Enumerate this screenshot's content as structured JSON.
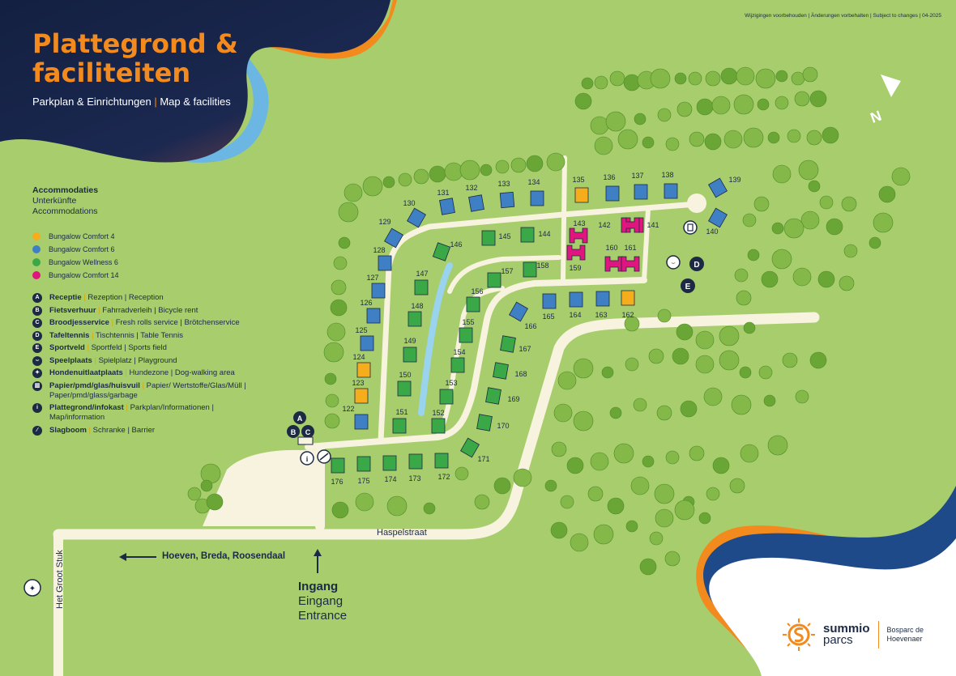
{
  "header": {
    "title": "Plattegrond & faciliteiten",
    "subtitle_de": "Parkplan & Einrichtungen",
    "subtitle_en": "Map & facilities",
    "changes_note": "Wijzigingen voorbehouden | Änderungen vorbehalten | Subject to changes | 04-2025"
  },
  "legend": {
    "accommodations_nl": "Accommodaties",
    "accommodations_de": "Unterkünfte",
    "accommodations_en": "Accommodations",
    "types": [
      {
        "label": "Bungalow Comfort 4",
        "color": "#f5ad1c"
      },
      {
        "label": "Bungalow Comfort 6",
        "color": "#3f7fc4"
      },
      {
        "label": "Bungalow Wellness 6",
        "color": "#3aa846"
      },
      {
        "label": "Bungalow Comfort 14",
        "color": "#e1157f"
      }
    ],
    "facilities": [
      {
        "icon": "A",
        "icon_name": "reception-icon",
        "bold": "Receptie",
        "rest": "Rezeption | Reception"
      },
      {
        "icon": "B",
        "icon_name": "bicycle-rent-icon",
        "bold": "Fietsverhuur",
        "rest": "Fahrradverleih | Bicycle rent"
      },
      {
        "icon": "C",
        "icon_name": "fresh-rolls-icon",
        "bold": "Broodjesservice",
        "rest": "Fresh rolls service | Brötchenservice"
      },
      {
        "icon": "D",
        "icon_name": "table-tennis-icon",
        "bold": "Tafeltennis",
        "rest": "Tischtennis | Table Tennis"
      },
      {
        "icon": "E",
        "icon_name": "sports-field-icon",
        "bold": "Sportveld",
        "rest": "Sportfeld | Sports field"
      },
      {
        "icon": "⌣",
        "icon_name": "playground-icon",
        "bold": "Speelplaats",
        "rest": "Spielplatz | Playground"
      },
      {
        "icon": "✦",
        "icon_name": "dog-area-icon",
        "bold": "Hondenuitlaatplaats",
        "rest": "Hundezone | Dog-walking area"
      },
      {
        "icon": "▥",
        "icon_name": "waste-bin-icon",
        "bold": "Papier/pmd/glas/huisvuil",
        "rest": "Papier/ Wertstoffe/Glas/Müll | Paper/pmd/glass/garbage"
      },
      {
        "icon": "i",
        "icon_name": "info-icon",
        "bold": "Plattegrond/infokast",
        "rest": "Parkplan/Informationen | Map/information"
      },
      {
        "icon": "⁄",
        "icon_name": "barrier-icon",
        "bold": "Slagboom",
        "rest": "Schranke | Barrier"
      }
    ]
  },
  "map": {
    "north": "N",
    "street": "Haspelstraat",
    "side_street": "Het Groot Stuk",
    "direction": "Hoeven, Breda, Roosendaal",
    "entrance": {
      "nl": "Ingang",
      "de": "Eingang",
      "en": "Entrance"
    },
    "bungalows": [
      {
        "n": "122",
        "t": "blue"
      },
      {
        "n": "123",
        "t": "orange"
      },
      {
        "n": "124",
        "t": "orange"
      },
      {
        "n": "125",
        "t": "blue"
      },
      {
        "n": "126",
        "t": "blue"
      },
      {
        "n": "127",
        "t": "blue"
      },
      {
        "n": "128",
        "t": "blue"
      },
      {
        "n": "129",
        "t": "blue"
      },
      {
        "n": "130",
        "t": "blue"
      },
      {
        "n": "131",
        "t": "blue"
      },
      {
        "n": "132",
        "t": "blue"
      },
      {
        "n": "133",
        "t": "blue"
      },
      {
        "n": "134",
        "t": "blue"
      },
      {
        "n": "135",
        "t": "orange"
      },
      {
        "n": "136",
        "t": "blue"
      },
      {
        "n": "137",
        "t": "blue"
      },
      {
        "n": "138",
        "t": "blue"
      },
      {
        "n": "139",
        "t": "blue"
      },
      {
        "n": "140",
        "t": "blue"
      },
      {
        "n": "141",
        "t": "pink"
      },
      {
        "n": "142",
        "t": "pink"
      },
      {
        "n": "143",
        "t": "pink"
      },
      {
        "n": "144",
        "t": "green"
      },
      {
        "n": "145",
        "t": "green"
      },
      {
        "n": "146",
        "t": "green"
      },
      {
        "n": "147",
        "t": "green"
      },
      {
        "n": "148",
        "t": "green"
      },
      {
        "n": "149",
        "t": "green"
      },
      {
        "n": "150",
        "t": "green"
      },
      {
        "n": "151",
        "t": "green"
      },
      {
        "n": "152",
        "t": "green"
      },
      {
        "n": "153",
        "t": "green"
      },
      {
        "n": "154",
        "t": "green"
      },
      {
        "n": "155",
        "t": "green"
      },
      {
        "n": "156",
        "t": "green"
      },
      {
        "n": "157",
        "t": "green"
      },
      {
        "n": "158",
        "t": "green"
      },
      {
        "n": "159",
        "t": "pink"
      },
      {
        "n": "160",
        "t": "pink"
      },
      {
        "n": "161",
        "t": "pink"
      },
      {
        "n": "162",
        "t": "orange"
      },
      {
        "n": "163",
        "t": "blue"
      },
      {
        "n": "164",
        "t": "blue"
      },
      {
        "n": "165",
        "t": "blue"
      },
      {
        "n": "166",
        "t": "blue"
      },
      {
        "n": "167",
        "t": "green"
      },
      {
        "n": "168",
        "t": "green"
      },
      {
        "n": "169",
        "t": "green"
      },
      {
        "n": "170",
        "t": "green"
      },
      {
        "n": "171",
        "t": "green"
      },
      {
        "n": "172",
        "t": "green"
      },
      {
        "n": "173",
        "t": "green"
      },
      {
        "n": "174",
        "t": "green"
      },
      {
        "n": "175",
        "t": "green"
      },
      {
        "n": "176",
        "t": "green"
      }
    ]
  },
  "brand": {
    "name_1": "summio",
    "name_2": "parcs",
    "park": "Bosparc de Hoevenaer"
  },
  "colors": {
    "grass": "#a7cd6c",
    "road": "#f7f3df",
    "navy": "#1c2a44",
    "orange": "#f28a1e",
    "tree": "#7fb33f",
    "water": "#9ad3ee",
    "blue": "#3f7fc4",
    "green": "#3aa846",
    "pink": "#e1157f",
    "yellow": "#f5ad1c"
  }
}
